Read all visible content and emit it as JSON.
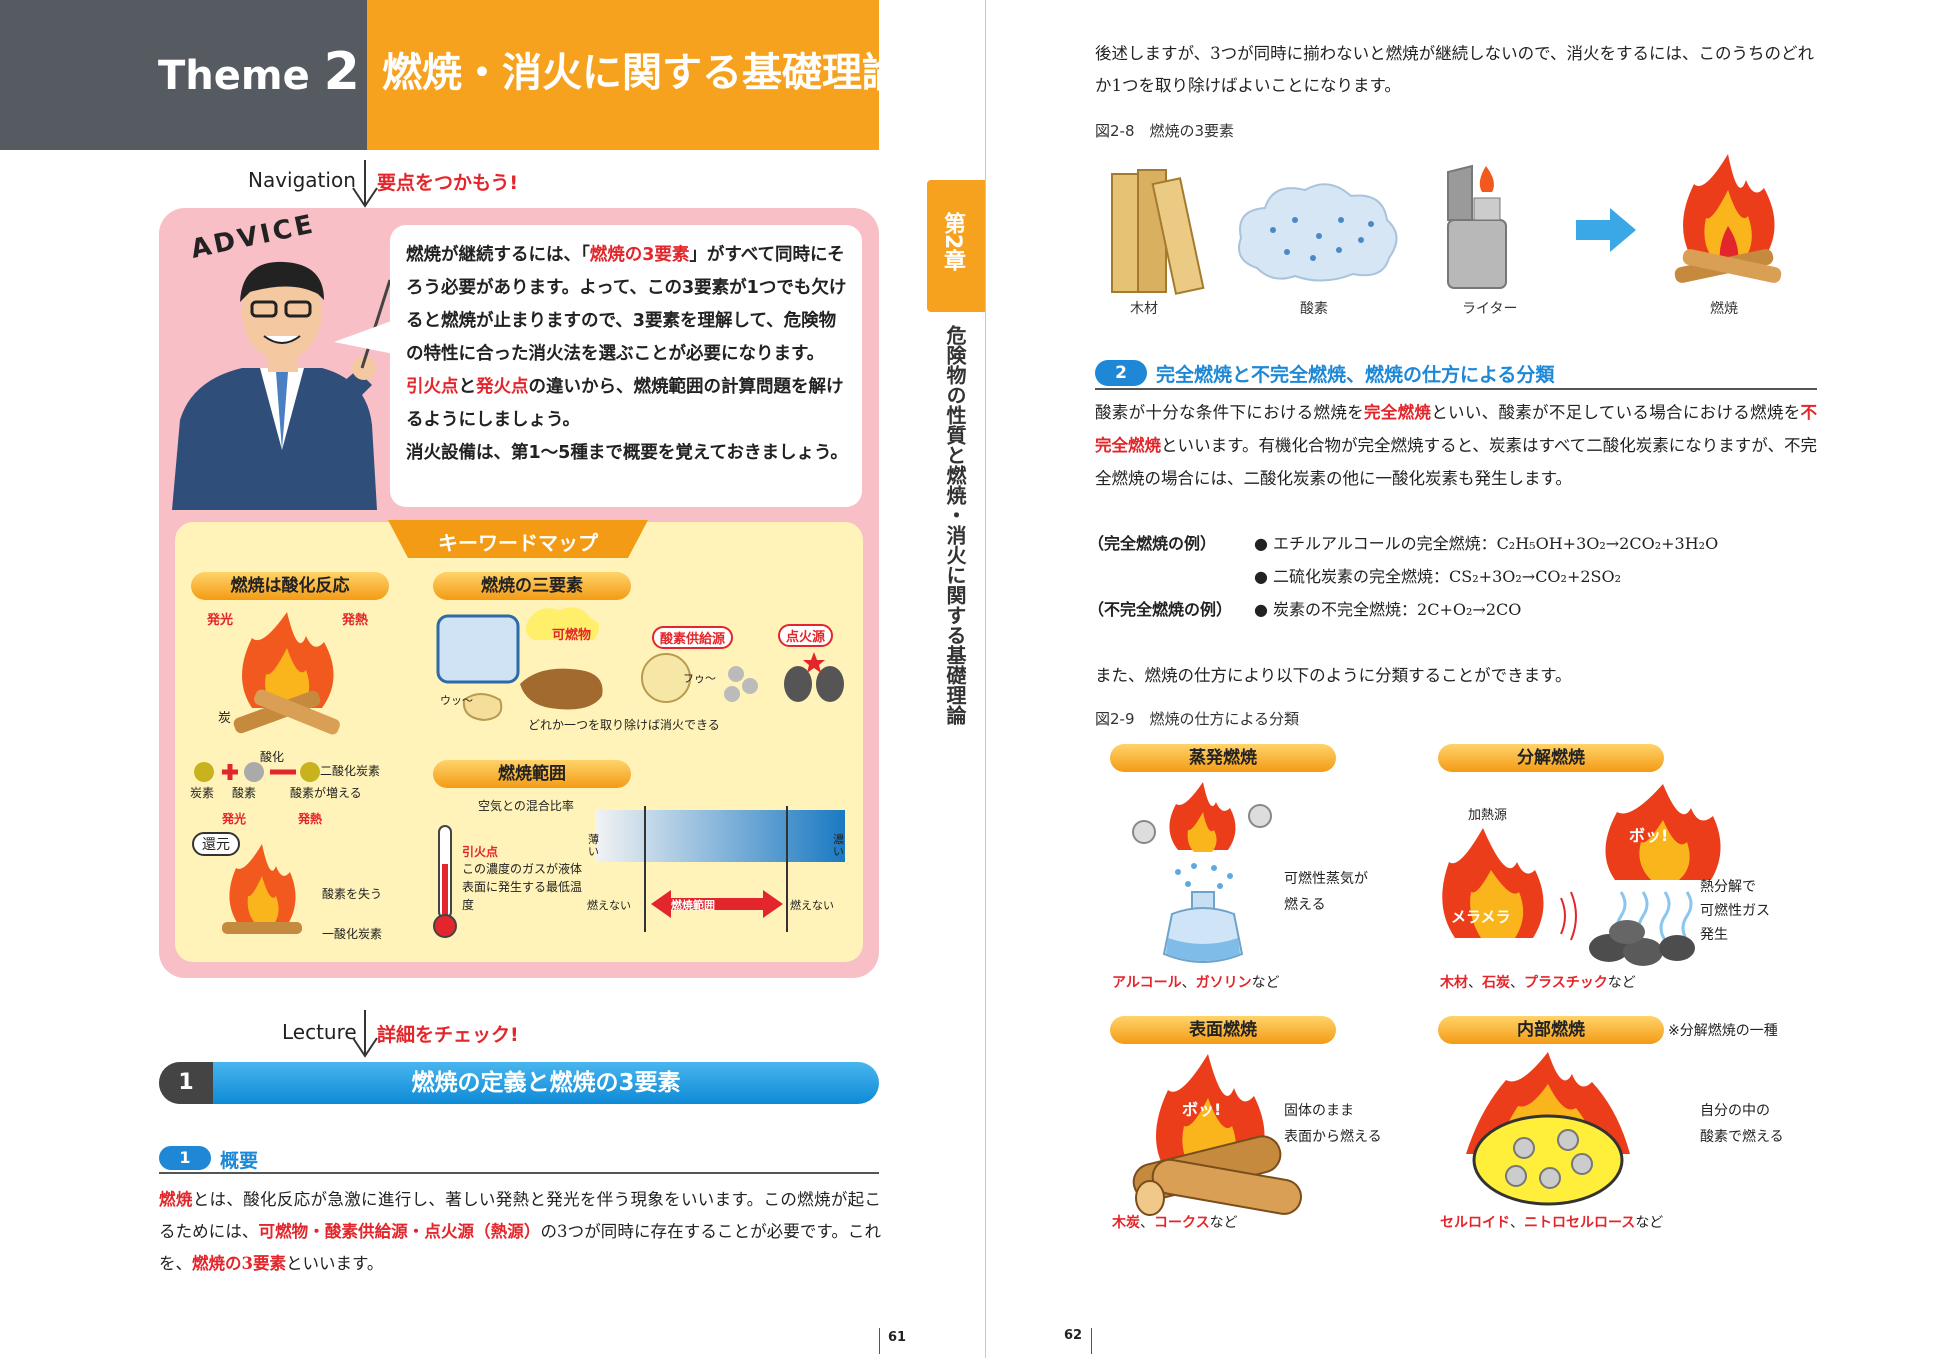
{
  "header": {
    "theme_word": "Theme",
    "theme_num": "2",
    "title": "燃焼・消火に関する基礎理論"
  },
  "nav": {
    "label": "Navigation",
    "tag": "要点をつかもう!"
  },
  "advice": {
    "badge": "ADVICE",
    "p1": [
      "燃焼が継続するには、「",
      "燃焼の3要素",
      "」がすべて同時にそろう必要があります。よって、この3要素が1つでも欠けると燃焼が止まりますので、3要素を理解して、危険物の特性に合った消火法を選ぶことが必要になります。"
    ],
    "p2": [
      "引火点",
      "と",
      "発火点",
      "の違いから、燃焼範囲の計算問題を解けるようにしましょう。"
    ],
    "p3": "消火設備は、第1～5種まで概要を覚えておきましょう。"
  },
  "keyword_map": {
    "title": "キーワードマップ",
    "oxidation": {
      "title": "燃焼は酸化反応",
      "light": "発光",
      "heat": "発熱",
      "charcoal": "炭",
      "eq_oxidize": "酸化",
      "eq_carbon": "炭素",
      "eq_oxygen": "酸素",
      "eq_co2a": "二酸化炭素",
      "eq_co2b": "酸素が増える",
      "eq_light": "発光",
      "eq_heat": "発熱",
      "reduce": "還元",
      "lose_oxygen": "酸素を失う",
      "co": "一酸化炭素"
    },
    "three": {
      "title": "燃焼の三要素",
      "fuel": "可燃物",
      "oxygen": "酸素供給源",
      "ignition": "点火源",
      "sound1": "ウッ〜",
      "sound2": "フゥ〜",
      "remove": "どれか一つを取り除けば消火できる"
    },
    "range": {
      "title": "燃焼範囲",
      "mix": "空気との混合比率",
      "lean": "薄い",
      "rich": "濃い",
      "flash": "引火点",
      "flash_desc": "この濃度のガスが液体表面に発生する最低温度",
      "no_burn": "燃えない",
      "burn_range": "燃焼範囲"
    }
  },
  "lecture": {
    "label": "Lecture",
    "tag": "詳細をチェック!"
  },
  "section1": {
    "num": "1",
    "title": "燃焼の定義と燃焼の3要素"
  },
  "sub1": {
    "num": "1",
    "title": "概要"
  },
  "body1": [
    "燃焼",
    "とは、酸化反応が急激に進行し、著しい発熱と発光を伴う現象をいいます。この燃焼が起こるためには、",
    "可燃物・酸素供給源・点火源（熱源）",
    "の3つが同時に存在することが必要です。これを、",
    "燃焼の3要素",
    "といいます。"
  ],
  "page_left": "61",
  "chapter_tab": {
    "chapter": "第2章",
    "title": "危険物の性質と燃焼・消火に関する基礎理論"
  },
  "right": {
    "intro": "後述しますが、3つが同時に揃わないと燃焼が継続しないので、消火をするには、このうちのどれか1つを取り除けばよいことになります。",
    "fig8_caption": "図2-8　燃焼の3要素",
    "fig8_labels": [
      "木材",
      "酸素",
      "ライター",
      "燃焼"
    ],
    "sub2": {
      "num": "2",
      "title": "完全燃焼と不完全燃焼、燃焼の仕方による分類"
    },
    "body2": [
      "酸素が十分な条件下における燃焼を",
      "完全燃焼",
      "といい、酸素が不足している場合における燃焼を",
      "不完全燃焼",
      "といいます。有機化合物が完全燃焼すると、炭素はすべて二酸化炭素になりますが、不完全燃焼の場合には、二酸化炭素の他に一酸化炭素も発生します。"
    ],
    "ex_complete": "（完全燃焼の例）",
    "ex_incomplete": "（不完全燃焼の例）",
    "eq1": "● エチルアルコールの完全燃焼：C₂H₅OH+3O₂→2CO₂+3H₂O",
    "eq2": "● 二硫化炭素の完全燃焼：CS₂+3O₂→CO₂+2SO₂",
    "eq3": "● 炭素の不完全燃焼：2C+O₂→2CO",
    "also": "また、燃焼の仕方により以下のように分類することができます。",
    "fig9_caption": "図2-9　燃焼の仕方による分類",
    "evap": {
      "title": "蒸発燃焼",
      "desc1": "可燃性蒸気が",
      "desc2": "燃える",
      "ex": [
        "アルコール",
        "、",
        "ガソリン",
        "など"
      ]
    },
    "decomp": {
      "title": "分解燃焼",
      "heat_src": "加熱源",
      "pop": "ボッ!",
      "mera": "メラメラ",
      "desc1": "熱分解で",
      "desc2": "可燃性ガス",
      "desc3": "発生",
      "ex": [
        "木材",
        "、",
        "石炭",
        "、",
        "プラスチック",
        "など"
      ]
    },
    "surface": {
      "title": "表面燃焼",
      "pop": "ボッ!",
      "desc1": "固体のまま",
      "desc2": "表面から燃える",
      "ex": [
        "木炭",
        "、",
        "コークス",
        "など"
      ]
    },
    "internal": {
      "title": "内部燃焼",
      "note": "※分解燃焼の一種",
      "desc1": "自分の中の",
      "desc2": "酸素で燃える",
      "ex": [
        "セルロイド",
        "、",
        "ニトロセルロース",
        "など"
      ]
    }
  },
  "page_right": "62"
}
